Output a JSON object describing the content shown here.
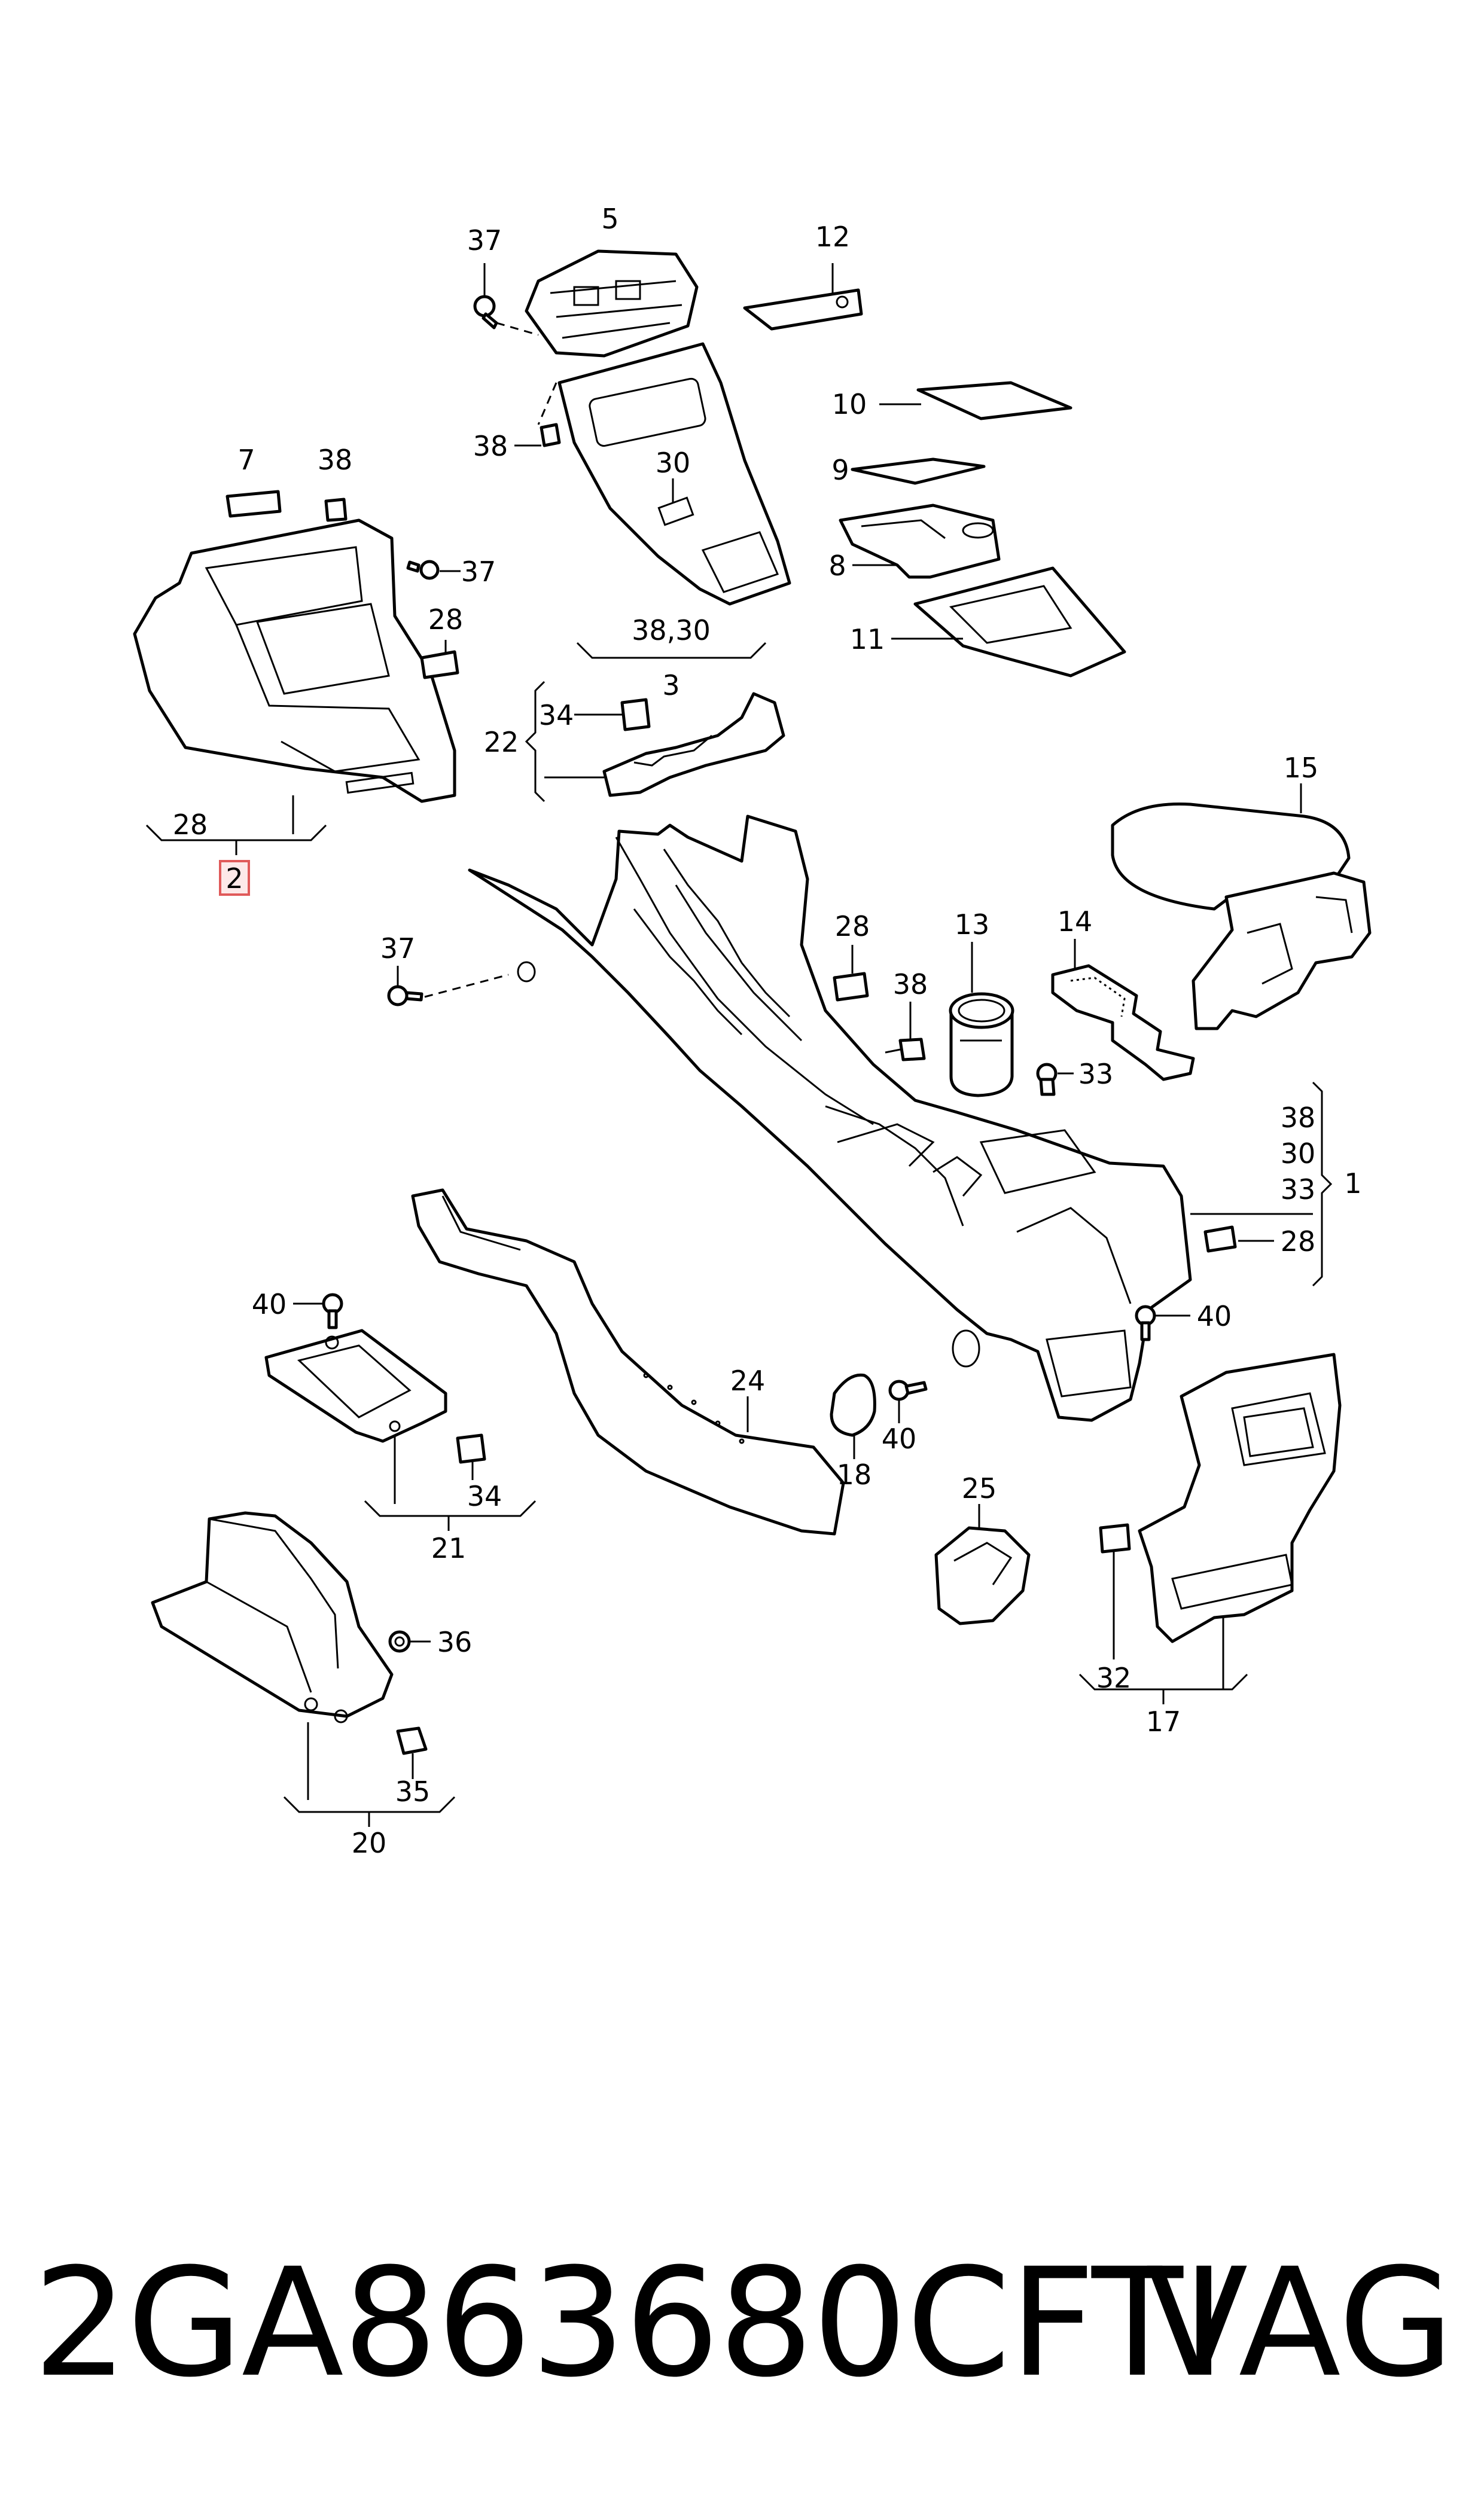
{
  "callouts": [
    {
      "id": "c37a",
      "label": "37"
    },
    {
      "id": "c5",
      "label": "5"
    },
    {
      "id": "c12",
      "label": "12"
    },
    {
      "id": "c38a",
      "label": "38"
    },
    {
      "id": "c10",
      "label": "10"
    },
    {
      "id": "c9",
      "label": "9"
    },
    {
      "id": "c30",
      "label": "30"
    },
    {
      "id": "c8",
      "label": "8"
    },
    {
      "id": "c11",
      "label": "11"
    },
    {
      "id": "c3830",
      "label": "38,30"
    },
    {
      "id": "c3",
      "label": "3"
    },
    {
      "id": "c7",
      "label": "7"
    },
    {
      "id": "c38b",
      "label": "38"
    },
    {
      "id": "c37b",
      "label": "37"
    },
    {
      "id": "c28a",
      "label": "28"
    },
    {
      "id": "c34a",
      "label": "34"
    },
    {
      "id": "c22",
      "label": "22"
    },
    {
      "id": "c28b",
      "label": "28"
    },
    {
      "id": "c2",
      "label": "2"
    },
    {
      "id": "c15",
      "label": "15"
    },
    {
      "id": "c37c",
      "label": "37"
    },
    {
      "id": "c28c",
      "label": "28"
    },
    {
      "id": "c13",
      "label": "13"
    },
    {
      "id": "c14",
      "label": "14"
    },
    {
      "id": "c38c",
      "label": "38"
    },
    {
      "id": "c33a",
      "label": "33"
    },
    {
      "id": "c38d",
      "label": "38"
    },
    {
      "id": "c30b",
      "label": "30"
    },
    {
      "id": "c33b",
      "label": "33"
    },
    {
      "id": "c1",
      "label": "1"
    },
    {
      "id": "c28d",
      "label": "28"
    },
    {
      "id": "c40a",
      "label": "40"
    },
    {
      "id": "c40b",
      "label": "40"
    },
    {
      "id": "c40c",
      "label": "40"
    },
    {
      "id": "c24",
      "label": "24"
    },
    {
      "id": "c18",
      "label": "18"
    },
    {
      "id": "c34b",
      "label": "34"
    },
    {
      "id": "c21",
      "label": "21"
    },
    {
      "id": "c25",
      "label": "25"
    },
    {
      "id": "c36",
      "label": "36"
    },
    {
      "id": "c32",
      "label": "32"
    },
    {
      "id": "c17",
      "label": "17"
    },
    {
      "id": "c35",
      "label": "35"
    },
    {
      "id": "c20",
      "label": "20"
    }
  ],
  "footer": {
    "part_number": "2GA863680CFTI",
    "brand": "VAG"
  },
  "colors": {
    "line": "#000000",
    "background": "#ffffff",
    "highlight_fill": "#fde8e8",
    "highlight_stroke": "#e05a5a"
  }
}
